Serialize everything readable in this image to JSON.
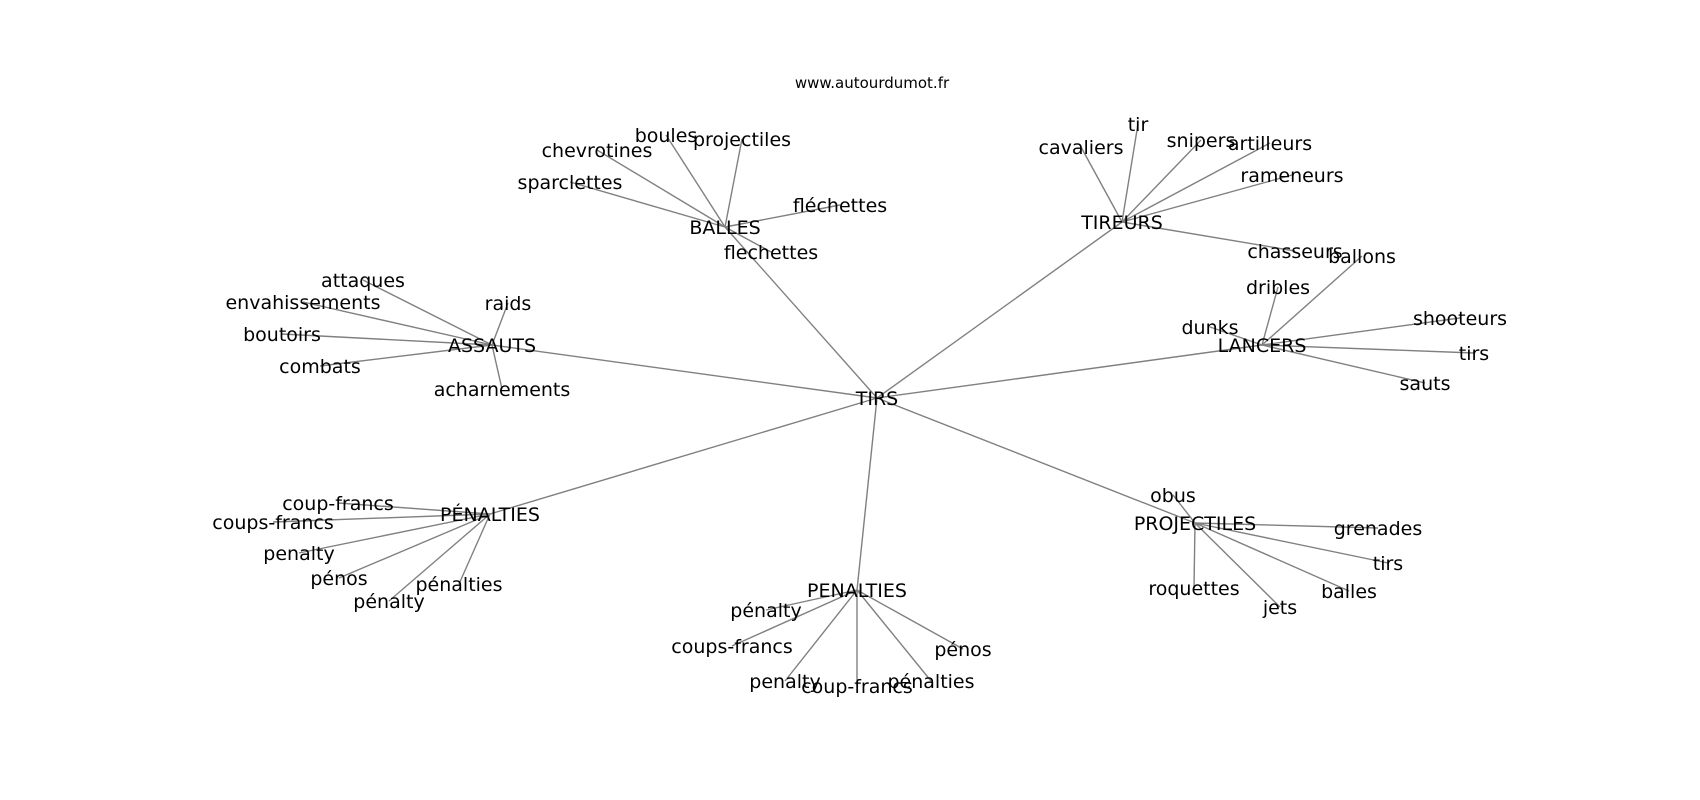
{
  "site": "www.autourdumot.fr",
  "graph": {
    "root": "TIRS",
    "groups": [
      {
        "label": "BALLES",
        "children": [
          "chevrotines",
          "boules",
          "projectiles",
          "sparclettes",
          "fléchettes",
          "flechettes"
        ]
      },
      {
        "label": "TIREURS",
        "children": [
          "cavaliers",
          "tir",
          "snipers",
          "artilleurs",
          "rameneurs",
          "chasseurs"
        ]
      },
      {
        "label": "ASSAUTS",
        "children": [
          "attaques",
          "envahissements",
          "raids",
          "boutoirs",
          "combats",
          "acharnements"
        ]
      },
      {
        "label": "LANCERS",
        "children": [
          "ballons",
          "dribles",
          "dunks",
          "shooteurs",
          "tirs",
          "sauts"
        ]
      },
      {
        "label": "PÉNALTIES",
        "children": [
          "coup-francs",
          "coups-francs",
          "penalty",
          "pénos",
          "pénalty",
          "pénalties"
        ]
      },
      {
        "label": "PROJECTILES",
        "children": [
          "obus",
          "grenades",
          "tirs",
          "roquettes",
          "balles",
          "jets"
        ]
      },
      {
        "label": "PENALTIES",
        "children": [
          "pénalty",
          "coups-francs",
          "penalty",
          "coup-francs",
          "pénalties",
          "pénos"
        ]
      }
    ]
  }
}
